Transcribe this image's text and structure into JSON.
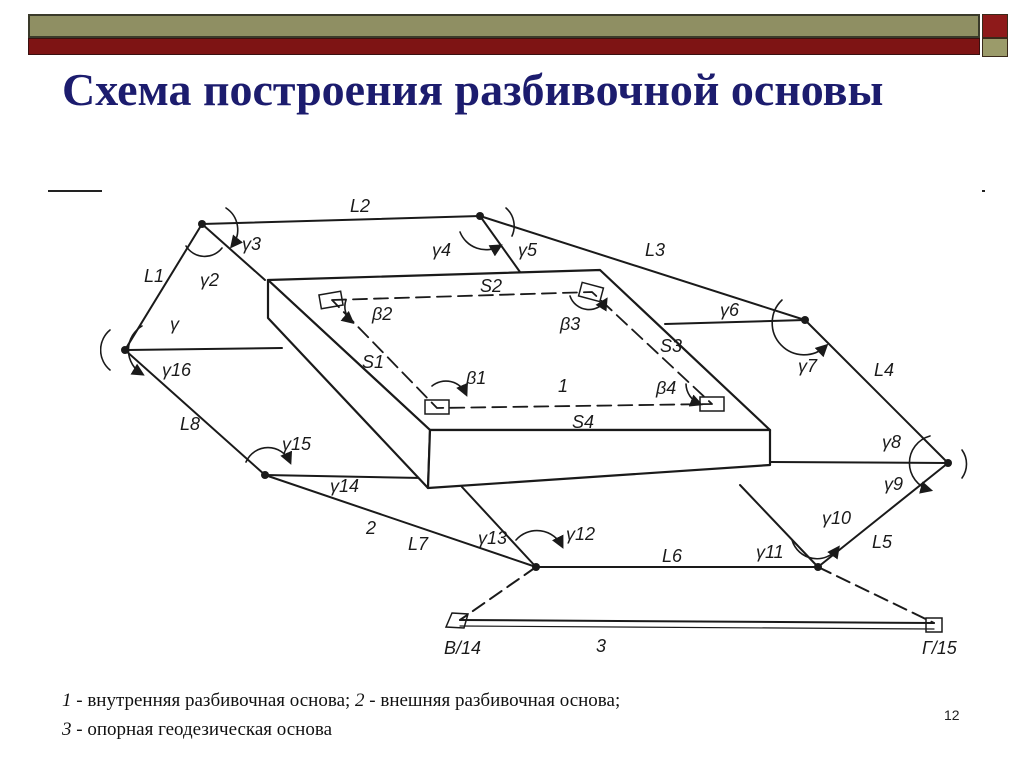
{
  "slide": {
    "title": "Схема построения разбивочной основы",
    "page_number": "12",
    "colors": {
      "title": "#1c1c6e",
      "bar_olive": "#8f8f63",
      "bar_red": "#7e1414"
    }
  },
  "diagram": {
    "side_labels": [
      "L1",
      "L2",
      "L3",
      "L4",
      "L5",
      "L6",
      "L7",
      "L8"
    ],
    "inner_sides": [
      "S1",
      "S2",
      "S3",
      "S4"
    ],
    "inner_angles": [
      "β1",
      "β2",
      "β3",
      "β4"
    ],
    "outer_angles": [
      "γ",
      "γ2",
      "γ3",
      "γ4",
      "γ5",
      "γ6",
      "γ7",
      "γ8",
      "γ9",
      "γ10",
      "γ11",
      "γ12",
      "γ13",
      "γ14",
      "γ15",
      "γ16"
    ],
    "item_numbers": [
      "1",
      "2",
      "3"
    ],
    "reference_points": [
      "В/14",
      "Г/15"
    ]
  },
  "caption": {
    "line1": [
      {
        "num": "1",
        "text": " - внутренняя разбивочная основа; "
      },
      {
        "num": "2",
        "text": " - внешняя разбивочная основа;"
      }
    ],
    "line2": [
      {
        "num": "3",
        "text": " - опорная геодезическая основа"
      }
    ]
  }
}
